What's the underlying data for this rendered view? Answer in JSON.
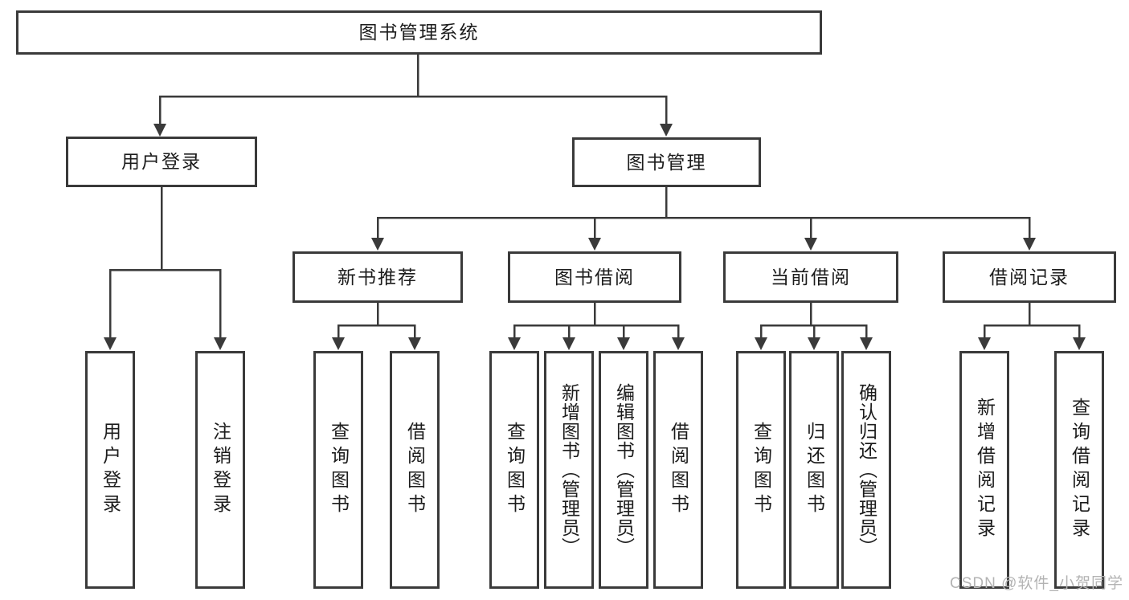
{
  "root": {
    "label": "图书管理系统"
  },
  "level2": {
    "user_login": {
      "label": "用户登录"
    },
    "book_management": {
      "label": "图书管理"
    }
  },
  "level3": {
    "new_book_recommend": {
      "label": "新书推荐"
    },
    "book_borrow": {
      "label": "图书借阅"
    },
    "current_borrow": {
      "label": "当前借阅"
    },
    "borrow_records": {
      "label": "借阅记录"
    }
  },
  "leaves": {
    "user_login": "用户登录",
    "logout": "注销登录",
    "recommend_query_book": "查询图书",
    "recommend_borrow_book": "借阅图书",
    "borrow_query_book": "查询图书",
    "borrow_add_book_admin": "新增图书（管理员）",
    "borrow_edit_book_admin": "编辑图书（管理员）",
    "borrow_borrow_book": "借阅图书",
    "current_query_book": "查询图书",
    "current_return_book": "归还图书",
    "current_confirm_return_admin": "确认归还（管理员）",
    "records_add_record": "新增借阅记录",
    "records_query_record": "查询借阅记录"
  },
  "watermark": {
    "text": "CSDN @软件_小贺同学"
  },
  "colors": {
    "line": "#3a3a3a",
    "box_border": "#3a3a3a",
    "text": "#1c1c1c",
    "watermark": "#b3b3b3",
    "background": "#ffffff"
  }
}
